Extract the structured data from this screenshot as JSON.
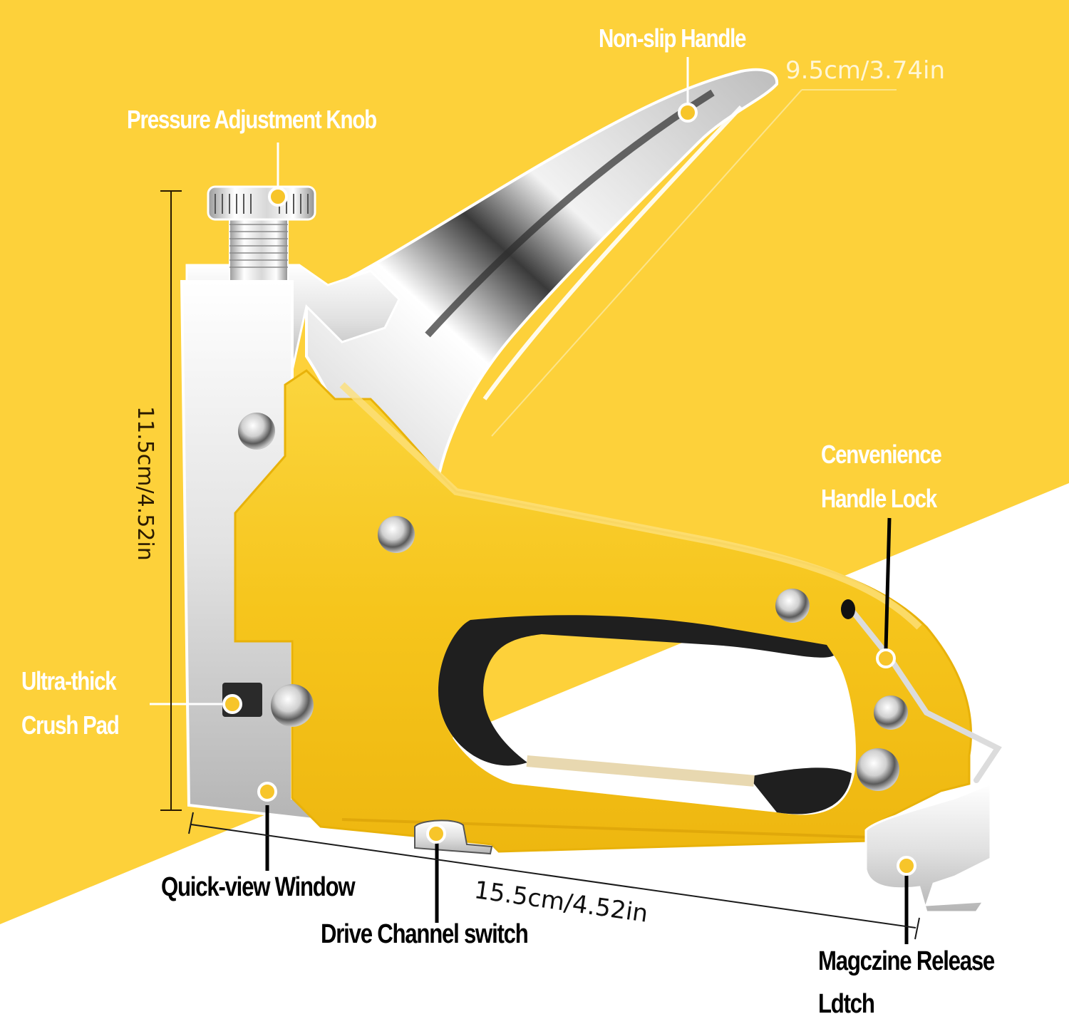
{
  "colors": {
    "background_yellow": "#FDD13A",
    "background_white": "#FFFFFF",
    "stapler_body": "#F6C51C",
    "chrome": "#E6E6E6",
    "callout_dot": "#F7C52A",
    "label_light": "#FFFFFF",
    "label_dark": "#000000"
  },
  "product": {
    "name": "Staple Gun",
    "icon": "staple-gun-illustration"
  },
  "callouts": {
    "non_slip_handle": "Non-slip Handle",
    "pressure_knob": "Pressure Adjustment Knob",
    "handle_lock_line1": "Cenvenience",
    "handle_lock_line2": "Handle Lock",
    "crush_pad_line1": "Ultra-thick",
    "crush_pad_line2": "Crush Pad",
    "quick_view": "Quick-view Window",
    "drive_channel": "Drive Channel switch",
    "magazine_release_line1": "Magczine Release",
    "magazine_release_line2": "Ldtch"
  },
  "dimensions": {
    "handle_length": "9.5cm/3.74in",
    "height": "11.5cm/4.52in",
    "length": "15.5cm/4.52in"
  }
}
